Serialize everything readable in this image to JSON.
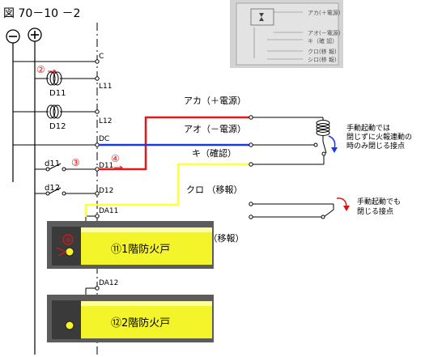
{
  "title": "図 70－10 －2",
  "bus": {
    "minus": "−",
    "plus": "+"
  },
  "terminals": [
    "C",
    "L11",
    "L12",
    "DC",
    "D11",
    "D12",
    "DA11",
    "DA12"
  ],
  "coils": [
    "D11",
    "D12"
  ],
  "contacts": [
    "d11",
    "d12"
  ],
  "step_markers": [
    "②",
    "③",
    "④",
    "⑧"
  ],
  "wires": {
    "red": "アカ（＋電源）",
    "blue": "アオ（－電源）",
    "yellow": "キ（確認）",
    "black": "クロ （移報）",
    "white": "シロ （移報）"
  },
  "notes": {
    "top": [
      "手動起動では",
      "閉じずに火報連動の",
      "時のみ閉じる接点"
    ],
    "bottom": [
      "手動起動でも",
      "閉じる接点"
    ]
  },
  "photo_labels": [
    "アカ(＋電源)",
    "アオ(－電源)",
    "キ（確 認）",
    "クロ(移 報)",
    "シロ(移 報)"
  ],
  "boxes": [
    "⑪1階防火戸",
    "⑫2階防火戸"
  ],
  "colors": {
    "red": "#e01818",
    "blue": "#1a3ad8",
    "yellow": "#ffff3a",
    "arrow_red": "#e01010",
    "arrow_blue": "#1a3ad8"
  }
}
